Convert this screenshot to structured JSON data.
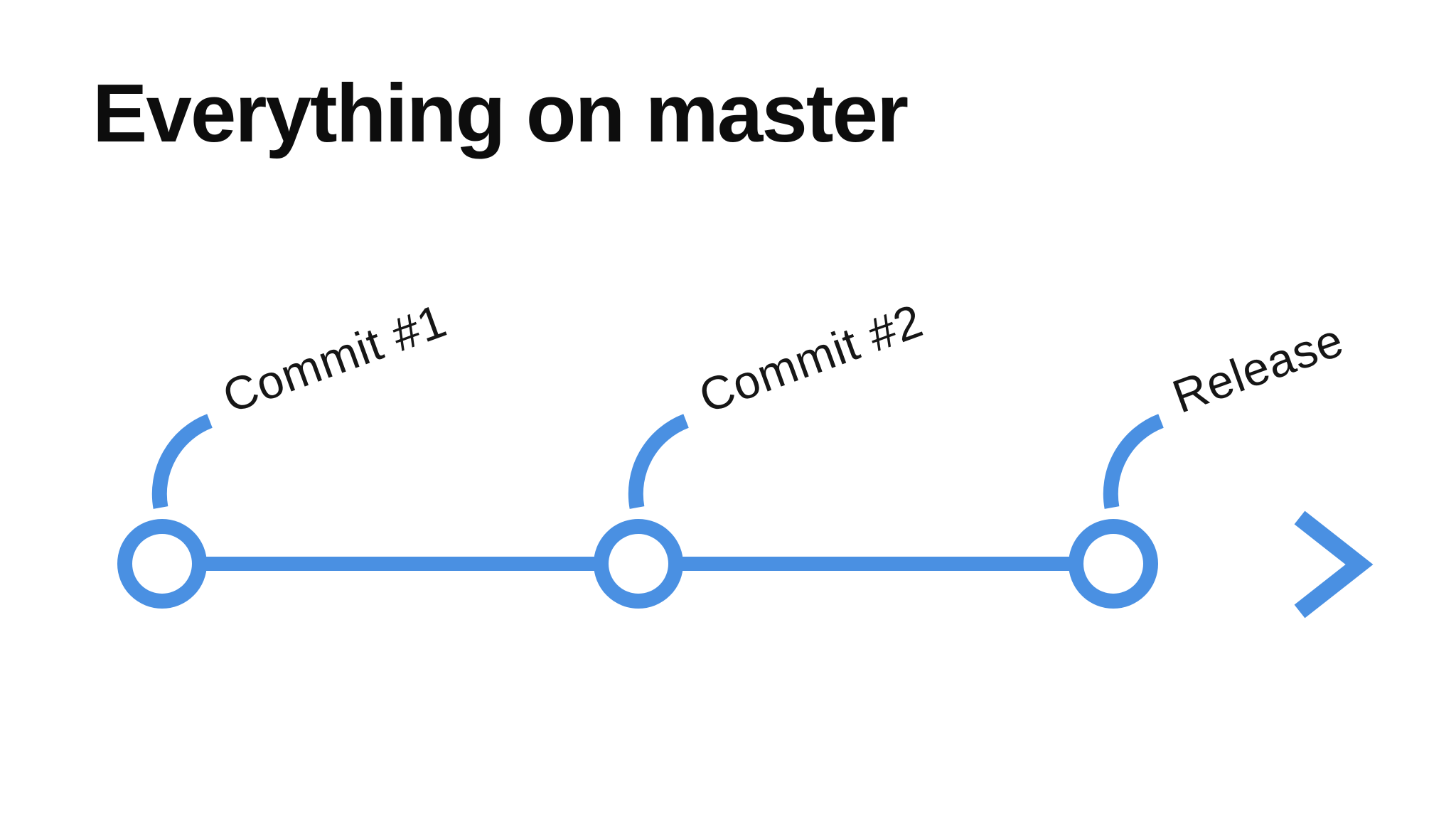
{
  "slide": {
    "title": "Everything on master"
  },
  "diagram": {
    "type": "git-timeline",
    "accent_color": "#4a90e2",
    "text_color": "#161616",
    "background_color": "#ffffff",
    "nodes": [
      {
        "label": "Commit #1"
      },
      {
        "label": "Commit #2"
      },
      {
        "label": "Release"
      }
    ],
    "arrow_icon": "chevron-right-icon"
  }
}
